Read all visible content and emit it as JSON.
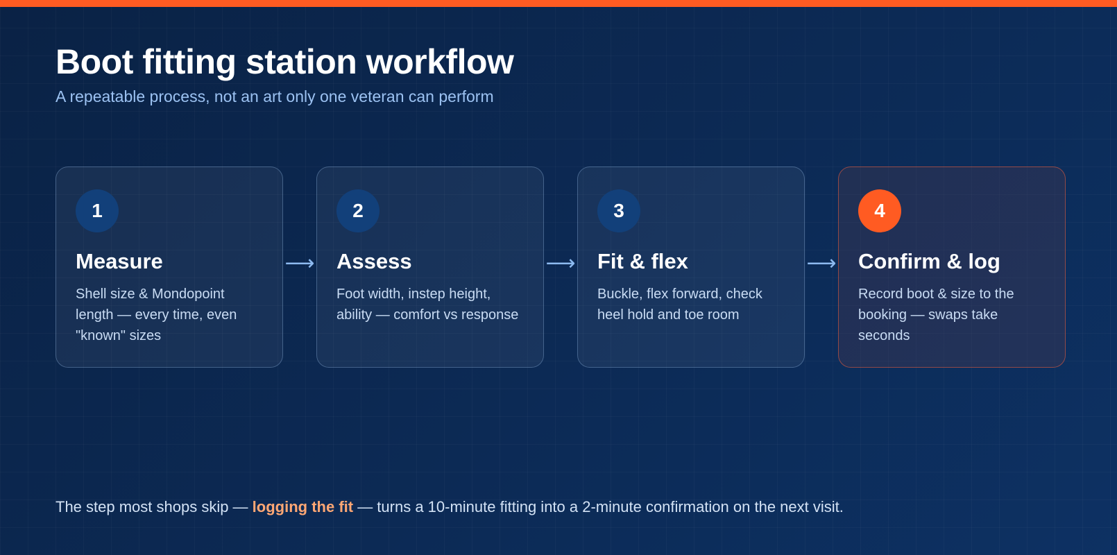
{
  "header": {
    "title": "Boot fitting station workflow",
    "subtitle": "A repeatable process, not an art only one veteran can perform"
  },
  "steps": [
    {
      "number": "1",
      "title": "Measure",
      "description": "Shell size & Mondopoint length — every time, even \"known\" sizes"
    },
    {
      "number": "2",
      "title": "Assess",
      "description": "Foot width, instep height, ability — comfort vs response"
    },
    {
      "number": "3",
      "title": "Fit & flex",
      "description": "Buckle, flex forward, check heel hold and toe room"
    },
    {
      "number": "4",
      "title": "Confirm & log",
      "description": "Record boot & size to the booking — swaps take seconds"
    }
  ],
  "arrow_glyph": "⟶",
  "footnote": {
    "before": "The step most shops skip — ",
    "highlight": "logging the fit",
    "after": " — turns a 10-minute fitting into a 2-minute confirmation on the next visit."
  },
  "colors": {
    "accent": "#ff5b22",
    "badge": "#12407a",
    "highlight_text": "#ffa774",
    "subtitle_text": "#9cc2f2",
    "arrow": "#8dbaf0"
  }
}
